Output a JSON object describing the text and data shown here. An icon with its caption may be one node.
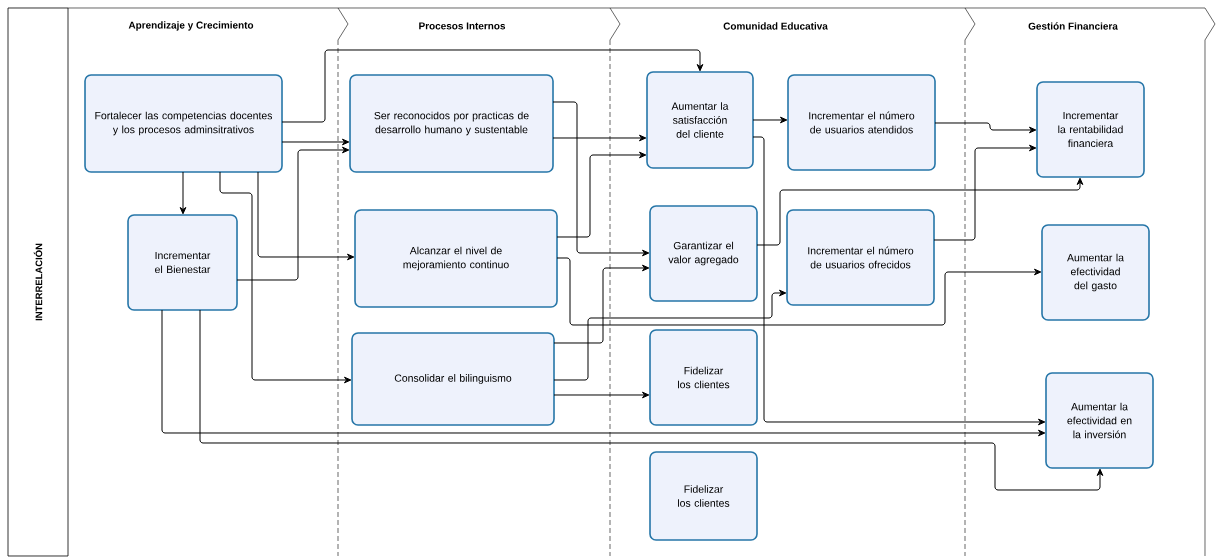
{
  "diagram": {
    "nodes": [
      {
        "text": [
          "INTERRELACIÓN"
        ]
      },
      {
        "text": [
          "Aprendizaje y Crecimiento"
        ]
      },
      {
        "text": [
          "Procesos Internos"
        ]
      },
      {
        "text": [
          "Comunidad Educativa"
        ]
      },
      {
        "text": [
          "Gestión Financiera"
        ]
      },
      {
        "text": [
          "Fortalecer las competencias docentes y los procesos adminsitrativos"
        ],
        "in": 1
      },
      {
        "text": [
          "Incrementar el Bienestar"
        ],
        "in": 1
      },
      {
        "text": [
          "Ser reconocidos por practicas de desarrollo humano y sustentable"
        ],
        "in": 2
      },
      {
        "text": [
          "Alcanzar el nivel de mejoramiento continuo"
        ],
        "in": 2
      },
      {
        "text": [
          "Consolidar el bilinguismo"
        ],
        "in": 2
      },
      {
        "text": [
          "Aumentar la satisfacción del cliente"
        ],
        "in": 3
      },
      {
        "text": [
          "Garantizar el valor agregado"
        ],
        "in": 3
      },
      {
        "text": [
          "Fidelizar los clientes"
        ],
        "in": 3
      },
      {
        "text": [
          "Fidelizar los clientes"
        ],
        "in": 3
      },
      {
        "text": [
          "Incrementar el número de usuarios atendidos"
        ],
        "in": 3
      },
      {
        "text": [
          "Incrementar el número de usuarios ofrecidos"
        ],
        "in": 3
      },
      {
        "text": [
          "Incrementar la rentabilidad financiera"
        ],
        "in": 4
      },
      {
        "text": [
          "Aumentar la efectividad del gasto"
        ],
        "in": 4
      },
      {
        "text": [
          "Aumentar la efectividad en la inversión"
        ],
        "in": 4
      }
    ],
    "edges": [
      {
        "from": 5,
        "to": 10,
        "arrow": "to"
      },
      {
        "from": 5,
        "to": 7,
        "arrow": "to"
      },
      {
        "from": 5,
        "to": 6,
        "arrow": "to"
      },
      {
        "from": 5,
        "to": 8,
        "arrow": "to"
      },
      {
        "from": 5,
        "to": 9,
        "arrow": "to"
      },
      {
        "from": 6,
        "to": 7,
        "arrow": "to"
      },
      {
        "from": 6,
        "to": 18,
        "arrow": "to"
      },
      {
        "from": 6,
        "to": 18,
        "arrow": "to"
      },
      {
        "from": 7,
        "to": 10,
        "arrow": "to"
      },
      {
        "from": 7,
        "to": 11,
        "arrow": "to"
      },
      {
        "from": 8,
        "to": 10,
        "arrow": "to"
      },
      {
        "from": 9,
        "to": 11,
        "arrow": "to"
      },
      {
        "from": 8,
        "to": 17,
        "arrow": "to"
      },
      {
        "from": 9,
        "to": 15,
        "arrow": "to"
      },
      {
        "from": 9,
        "to": 12,
        "arrow": "to"
      },
      {
        "from": 10,
        "to": 14,
        "arrow": "to"
      },
      {
        "from": 10,
        "to": 18,
        "arrow": "to"
      },
      {
        "from": 11,
        "to": 16,
        "arrow": "to"
      },
      {
        "from": 14,
        "to": 16,
        "arrow": "to"
      },
      {
        "from": 15,
        "to": 16,
        "arrow": "to"
      }
    ]
  }
}
